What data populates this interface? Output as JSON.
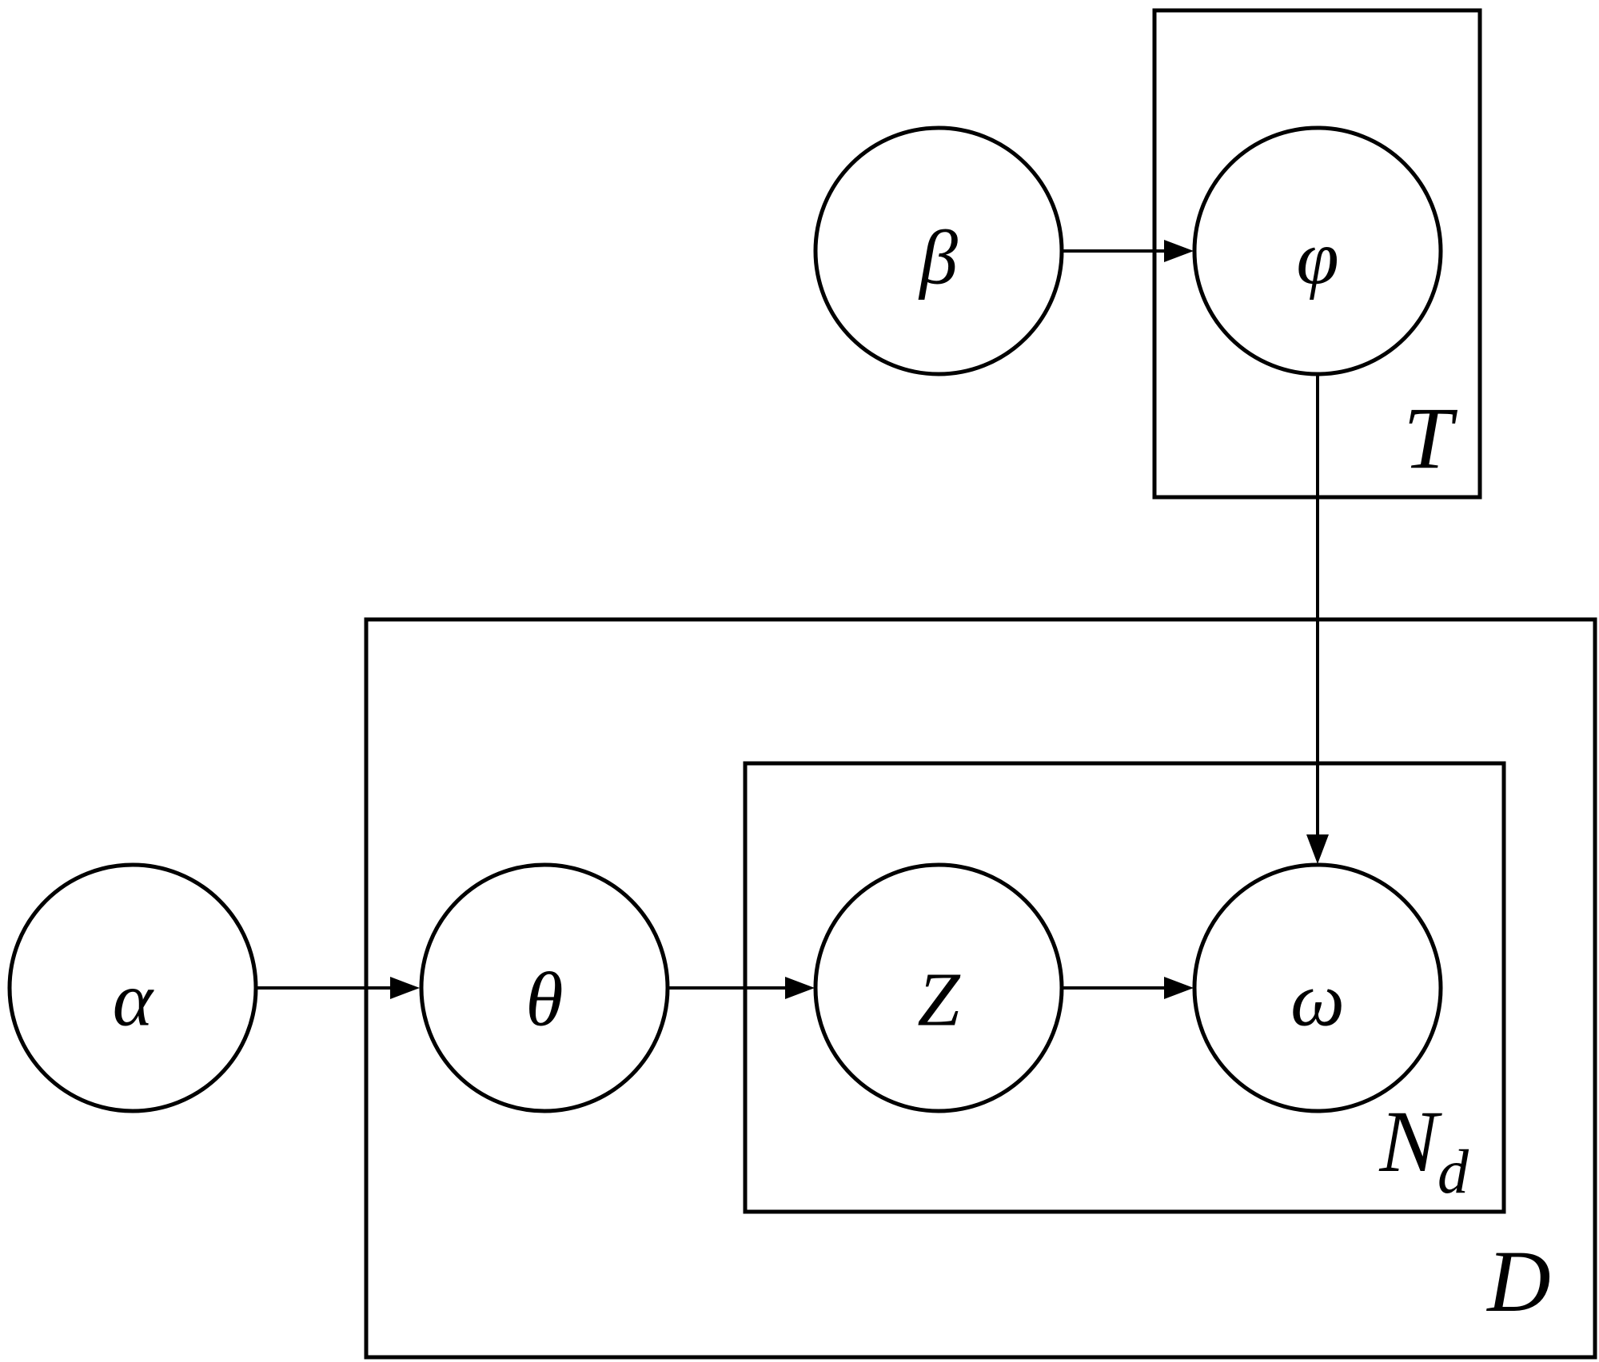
{
  "diagram": {
    "type": "plate-notation graphical model",
    "nodes": [
      {
        "id": "alpha",
        "label": "α"
      },
      {
        "id": "theta",
        "label": "θ"
      },
      {
        "id": "z",
        "label": "Z"
      },
      {
        "id": "omega",
        "label": "ω"
      },
      {
        "id": "beta",
        "label": "β"
      },
      {
        "id": "phi",
        "label": "φ"
      }
    ],
    "edges": [
      {
        "from": "alpha",
        "to": "theta"
      },
      {
        "from": "theta",
        "to": "z"
      },
      {
        "from": "z",
        "to": "omega"
      },
      {
        "from": "beta",
        "to": "phi"
      },
      {
        "from": "phi",
        "to": "omega"
      }
    ],
    "plates": [
      {
        "id": "T",
        "label": "T",
        "subscript": "",
        "contains": [
          "phi"
        ]
      },
      {
        "id": "D",
        "label": "D",
        "subscript": "",
        "contains": [
          "theta",
          "z",
          "omega"
        ]
      },
      {
        "id": "Nd",
        "label": "N",
        "subscript": "d",
        "contains": [
          "z",
          "omega"
        ]
      }
    ]
  },
  "colors": {
    "stroke": "#000000",
    "background": "#ffffff"
  }
}
